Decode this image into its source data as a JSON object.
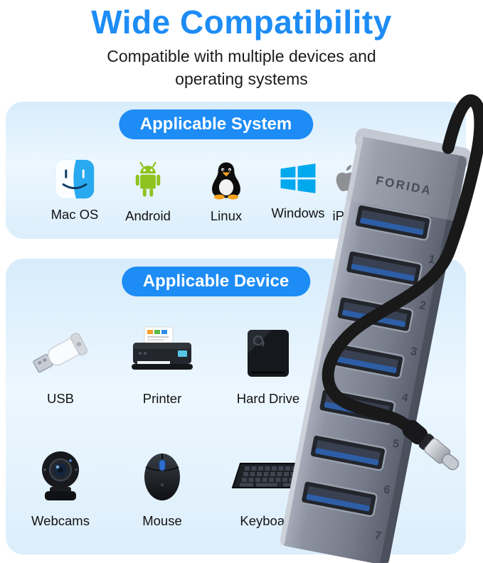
{
  "page": {
    "title": "Wide Compatibility",
    "subtitle_lines": [
      "Compatible with multiple devices and",
      "operating systems"
    ]
  },
  "colors": {
    "accent_blue": "#1d8cf5",
    "panel_background": "#ddeffb",
    "hub_body_gray": "#7e8494",
    "usb_port_blue": "#2d5ea6",
    "cable_black": "#191919"
  },
  "system_panel": {
    "header": "Applicable System",
    "items": [
      {
        "label": "Mac OS",
        "icon": "finder-macos-icon"
      },
      {
        "label": "Android",
        "icon": "android-robot-icon"
      },
      {
        "label": "Linux",
        "icon": "linux-tux-icon"
      },
      {
        "label": "Windows",
        "icon": "windows-logo-icon"
      },
      {
        "label": "iPad",
        "icon": "apple-logo-icon"
      }
    ]
  },
  "device_panel": {
    "header": "Applicable Device",
    "items": [
      {
        "label": "USB",
        "icon": "usb-flash-drive-icon"
      },
      {
        "label": "Printer",
        "icon": "printer-icon"
      },
      {
        "label": "Hard Drive",
        "icon": "hard-drive-icon"
      },
      {
        "label": "Webcams",
        "icon": "webcam-icon"
      },
      {
        "label": "Mouse",
        "icon": "mouse-icon"
      },
      {
        "label": "Keyboard",
        "icon": "keyboard-icon"
      }
    ]
  },
  "product": {
    "brand": "FORIDA",
    "port_numbers": [
      "1",
      "2",
      "3",
      "4",
      "5",
      "6",
      "7"
    ]
  }
}
